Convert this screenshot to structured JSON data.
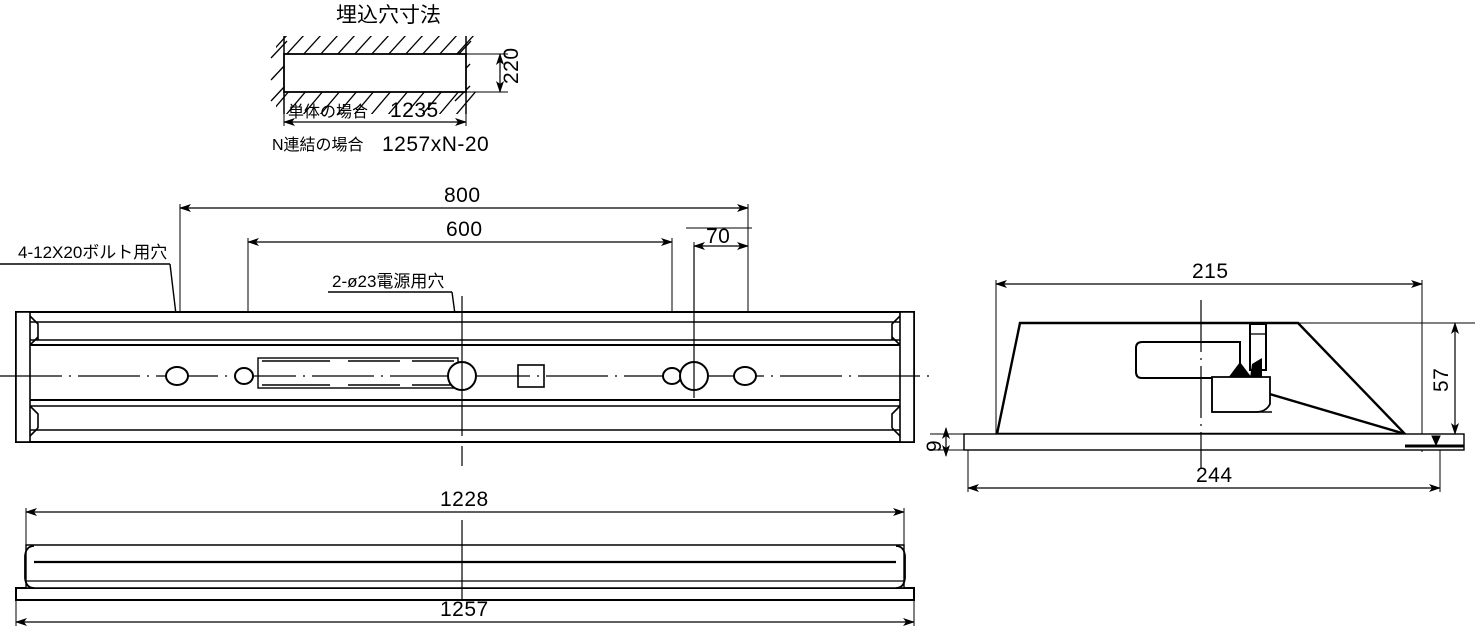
{
  "drawing": {
    "title": "埋込穴寸法",
    "recess_detail": {
      "height_label": "220",
      "single_unit_label": "単体の場合",
      "single_unit_value": "1235",
      "continuous_label": "N連結の場合",
      "continuous_value": "1257xN-20"
    },
    "plan_view": {
      "dim_800": "800",
      "dim_600": "600",
      "dim_70": "70",
      "callout_bolt_holes": "4-12X20ボルト用穴",
      "callout_power_holes": "2-ø23電源用穴"
    },
    "front_view": {
      "dim_inner": "1228",
      "dim_outer": "1257"
    },
    "section_view": {
      "dim_top_width": "215",
      "dim_bottom_width": "244",
      "dim_height": "57",
      "dim_flange": "9"
    }
  },
  "style": {
    "line_color": "#000000",
    "background": "#ffffff"
  }
}
